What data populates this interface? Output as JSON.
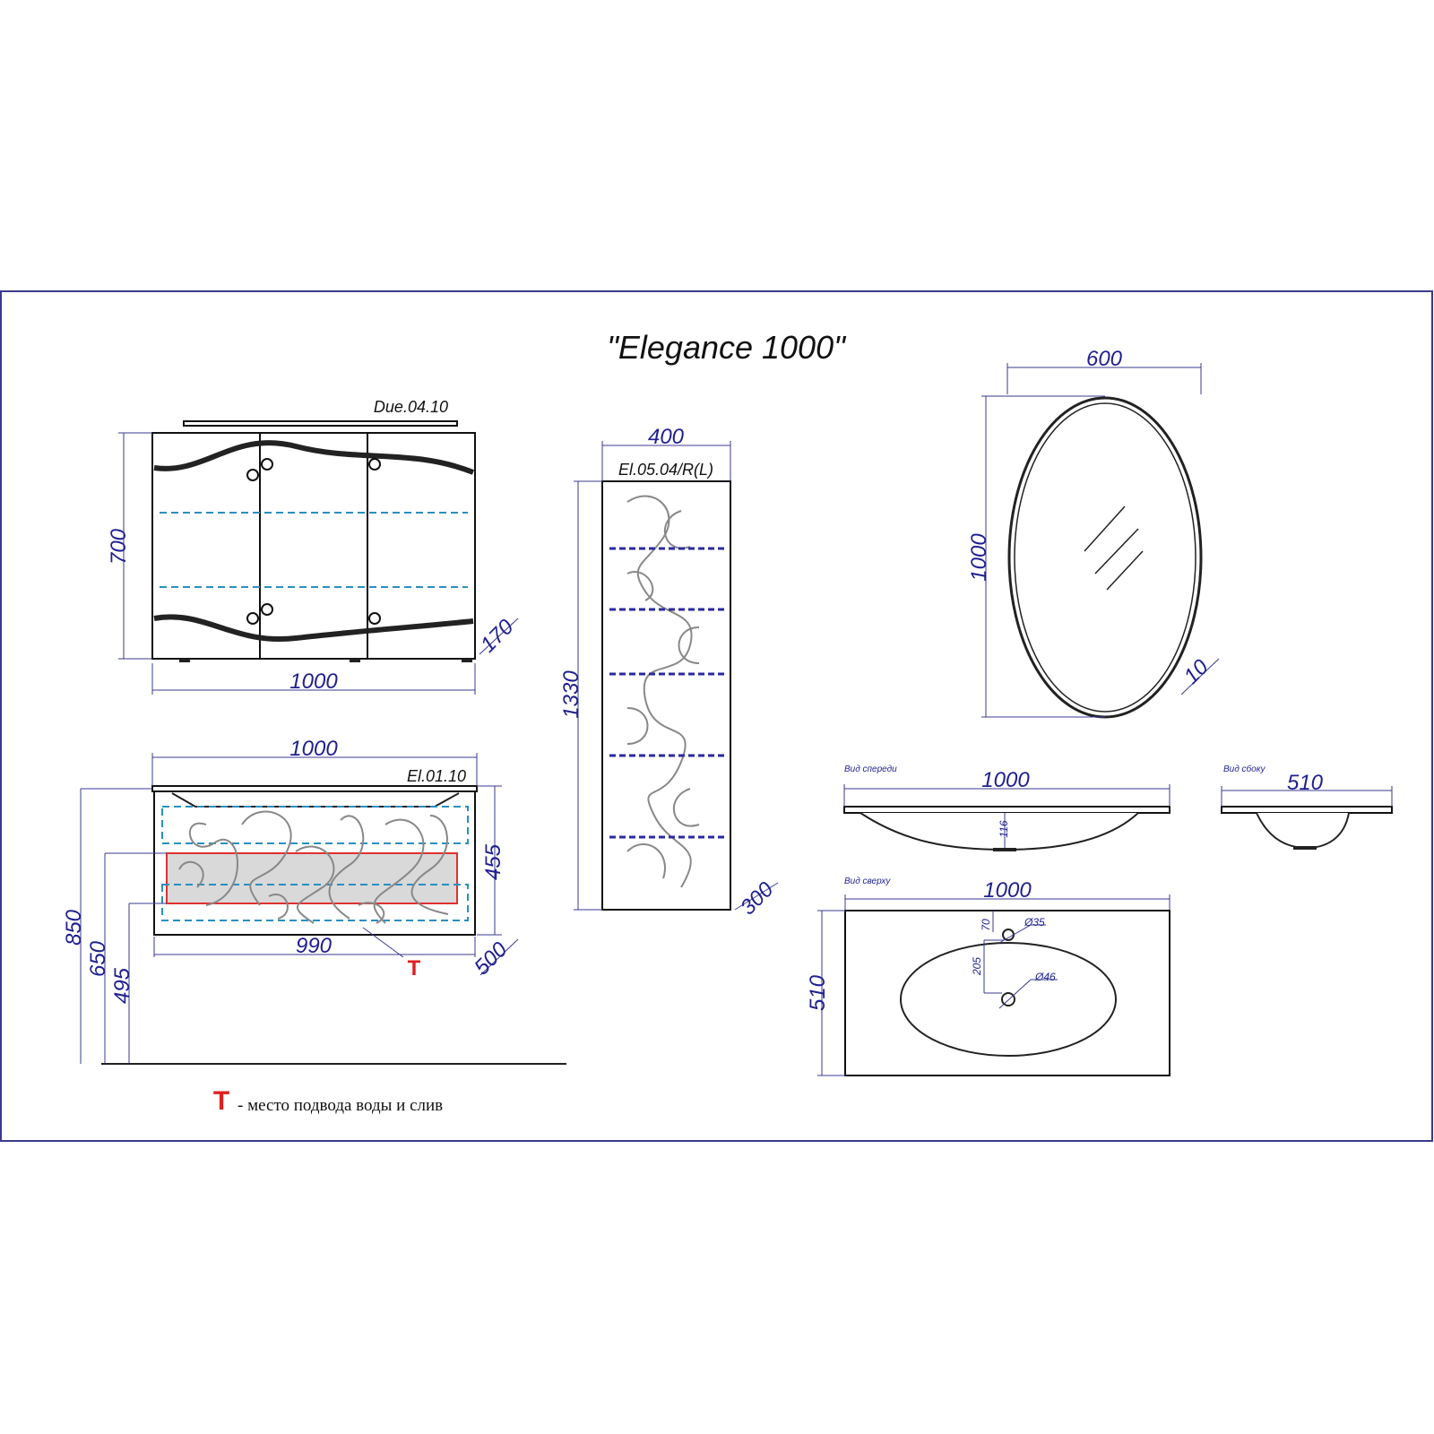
{
  "title": "\"Elegance 1000\"",
  "mirror_cabinet": {
    "model": "Due.04.10",
    "width": "1000",
    "height": "700",
    "depth": "170"
  },
  "tall_cabinet": {
    "model": "El.05.04/R(L)",
    "width": "400",
    "height": "1330",
    "depth": "300"
  },
  "mirror": {
    "width": "600",
    "height": "1000",
    "depth": "10"
  },
  "vanity": {
    "model": "El.01.10",
    "width": "1000",
    "inner_width": "990",
    "height": "455",
    "depth": "500",
    "floor_heights": [
      "850",
      "650",
      "495"
    ],
    "marker": "T"
  },
  "sink": {
    "front_view_label": "Вид спереди",
    "front_width": "1000",
    "bowl_depth": "116",
    "side_view_label": "Вид сбоку",
    "side_width": "510",
    "top_view_label": "Вид сверху",
    "top_width": "1000",
    "top_depth": "510",
    "faucet_offset": "70",
    "faucet_hole": "Ø35",
    "drain_offset": "205",
    "drain_hole": "Ø46"
  },
  "legend": {
    "marker": "T",
    "text": "- место подвода воды и слив"
  },
  "colors": {
    "dimension": "#1f1f8f",
    "marker": "#e02020",
    "frame": "#3a3a90"
  }
}
